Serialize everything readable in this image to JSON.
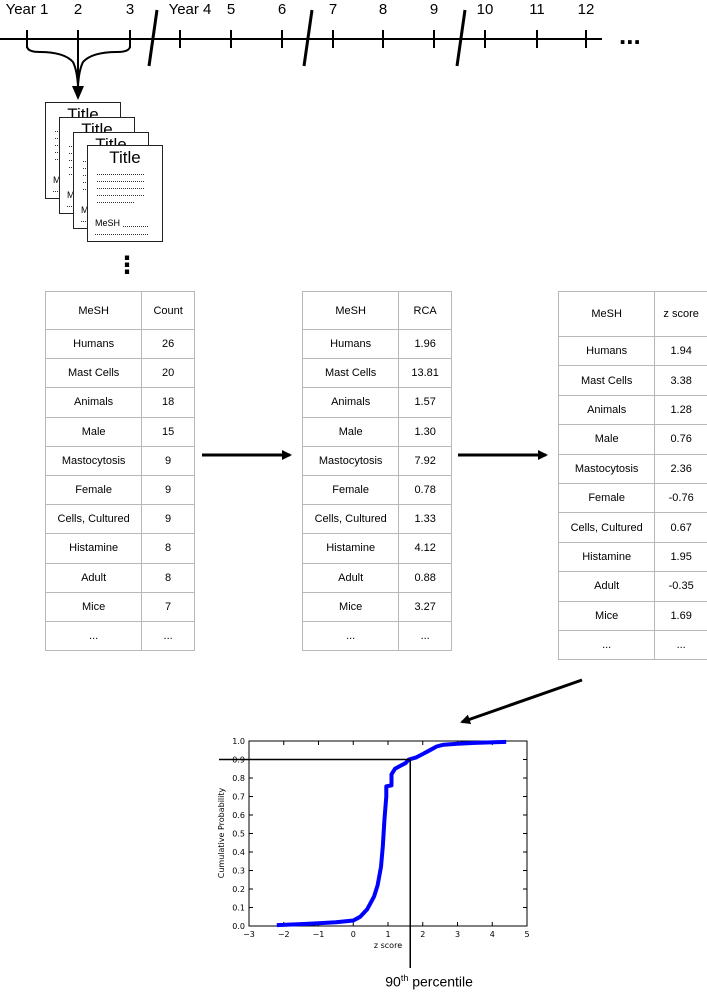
{
  "timeline": {
    "labels": [
      "Year 1",
      "2",
      "3",
      "Year 4",
      "5",
      "6",
      "7",
      "8",
      "9",
      "10",
      "11",
      "12"
    ],
    "ellipsis": "..."
  },
  "documents": {
    "title": "Title",
    "mesh_label": "MeSH",
    "stack_ellipsis": "⋮"
  },
  "tables": {
    "count": {
      "headers": [
        "MeSH",
        "Count"
      ],
      "rows": [
        [
          "Humans",
          "26"
        ],
        [
          "Mast Cells",
          "20"
        ],
        [
          "Animals",
          "18"
        ],
        [
          "Male",
          "15"
        ],
        [
          "Mastocytosis",
          "9"
        ],
        [
          "Female",
          "9"
        ],
        [
          "Cells, Cultured",
          "9"
        ],
        [
          "Histamine",
          "8"
        ],
        [
          "Adult",
          "8"
        ],
        [
          "Mice",
          "7"
        ],
        [
          "...",
          "..."
        ]
      ]
    },
    "rca": {
      "headers": [
        "MeSH",
        "RCA"
      ],
      "rows": [
        [
          "Humans",
          "1.96"
        ],
        [
          "Mast Cells",
          "13.81"
        ],
        [
          "Animals",
          "1.57"
        ],
        [
          "Male",
          "1.30"
        ],
        [
          "Mastocytosis",
          "7.92"
        ],
        [
          "Female",
          "0.78"
        ],
        [
          "Cells, Cultured",
          "1.33"
        ],
        [
          "Histamine",
          "4.12"
        ],
        [
          "Adult",
          "0.88"
        ],
        [
          "Mice",
          "3.27"
        ],
        [
          "...",
          "..."
        ]
      ]
    },
    "zscore": {
      "headers": [
        "MeSH",
        "z score"
      ],
      "rows": [
        [
          "Humans",
          "1.94"
        ],
        [
          "Mast Cells",
          "3.38"
        ],
        [
          "Animals",
          "1.28"
        ],
        [
          "Male",
          "0.76"
        ],
        [
          "Mastocytosis",
          "2.36"
        ],
        [
          "Female",
          "-0.76"
        ],
        [
          "Cells, Cultured",
          "0.67"
        ],
        [
          "Histamine",
          "1.95"
        ],
        [
          "Adult",
          "-0.35"
        ],
        [
          "Mice",
          "1.69"
        ],
        [
          "...",
          "..."
        ]
      ]
    }
  },
  "chart_data": {
    "type": "line",
    "xlabel": "z score",
    "ylabel": "Cumulative Probability",
    "xlim": [
      -3,
      5
    ],
    "ylim": [
      0,
      1
    ],
    "xticks": [
      -3,
      -2,
      -1,
      0,
      1,
      2,
      3,
      4,
      5
    ],
    "yticks": [
      0.0,
      0.1,
      0.2,
      0.3,
      0.4,
      0.5,
      0.6,
      0.7,
      0.8,
      0.9,
      1.0
    ],
    "x": [
      -2.2,
      -1.5,
      -1.0,
      -0.5,
      0.0,
      0.2,
      0.4,
      0.6,
      0.7,
      0.8,
      0.85,
      0.9,
      0.95,
      0.95,
      1.1,
      1.1,
      1.2,
      1.3,
      1.4,
      1.5,
      1.6,
      1.8,
      2.0,
      2.2,
      2.4,
      2.6,
      3.0,
      3.5,
      4.4
    ],
    "y": [
      0.005,
      0.01,
      0.015,
      0.02,
      0.03,
      0.05,
      0.09,
      0.16,
      0.22,
      0.32,
      0.43,
      0.58,
      0.7,
      0.755,
      0.76,
      0.82,
      0.85,
      0.86,
      0.87,
      0.88,
      0.9,
      0.91,
      0.93,
      0.95,
      0.97,
      0.98,
      0.985,
      0.99,
      0.995
    ],
    "line_color": "#0000ff",
    "percentile_z": 1.64,
    "percentile_p": 0.9,
    "annotation": "90",
    "annotation_sup": "th",
    "annotation_rest": " percentile"
  }
}
